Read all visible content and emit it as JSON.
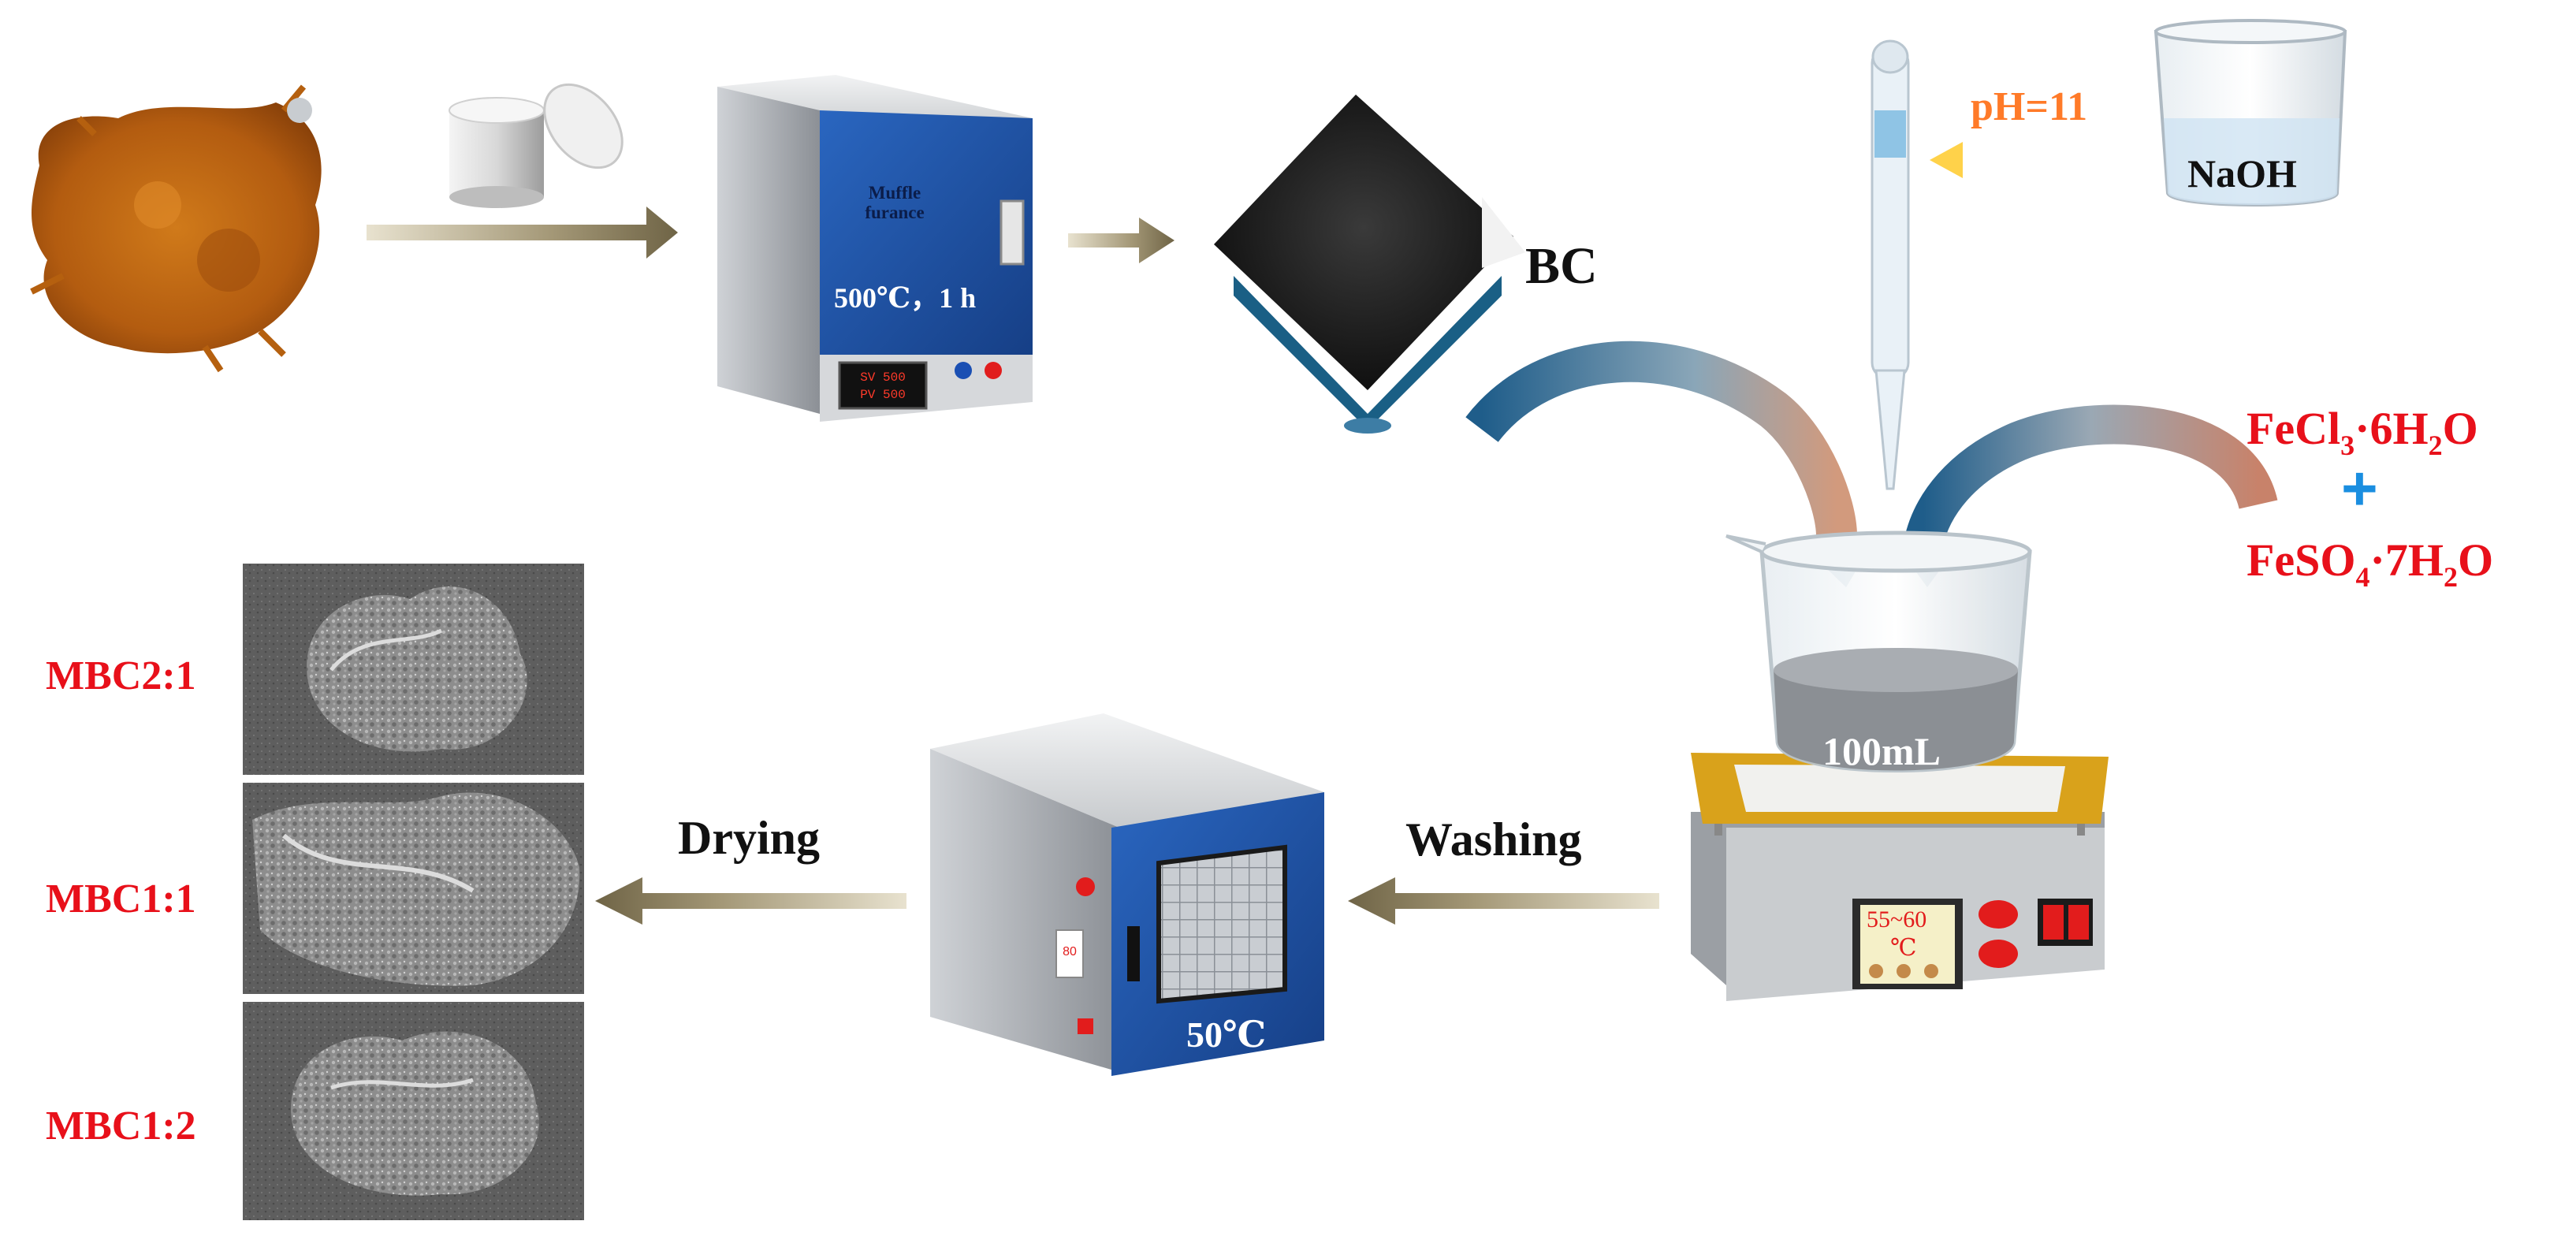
{
  "muffle": {
    "label_line1": "Muffle",
    "label_line2": "furance",
    "condition": "500℃，1 h",
    "sv_display": "SV 500",
    "pv_display": "PV 500"
  },
  "biochar_label": "BC",
  "titration": {
    "ph_label": "pH=11",
    "beaker_label": "NaOH"
  },
  "iron_salts": {
    "salt1_main": "FeCl",
    "salt1_sub": "3",
    "salt1_rest": "·6H",
    "salt1_sub2": "2",
    "salt1_end": "O",
    "plus": "+",
    "salt2_main": "FeSO",
    "salt2_sub": "4",
    "salt2_rest": "·7H",
    "salt2_sub2": "2",
    "salt2_end": "O"
  },
  "reaction": {
    "volume_label": "100mL",
    "temp_line1": "55~60",
    "temp_line2": "℃"
  },
  "steps": {
    "washing": "Washing",
    "drying": "Drying"
  },
  "oven": {
    "temp_label": "50℃",
    "display": "80"
  },
  "samples": [
    {
      "label": "MBC2:1"
    },
    {
      "label": "MBC1:1"
    },
    {
      "label": "MBC1:2"
    }
  ],
  "colors": {
    "arrow_flat": "#7d6f52",
    "arrow_blue": "#1f5d8a",
    "arrow_tan": "#c8917a",
    "ph_orange": "#ff7a28",
    "label_red": "#e8101a",
    "plus_blue": "#1a8ee0",
    "furnace_blue": "#1f55a6",
    "hotplate_gold": "#d9a21b"
  }
}
